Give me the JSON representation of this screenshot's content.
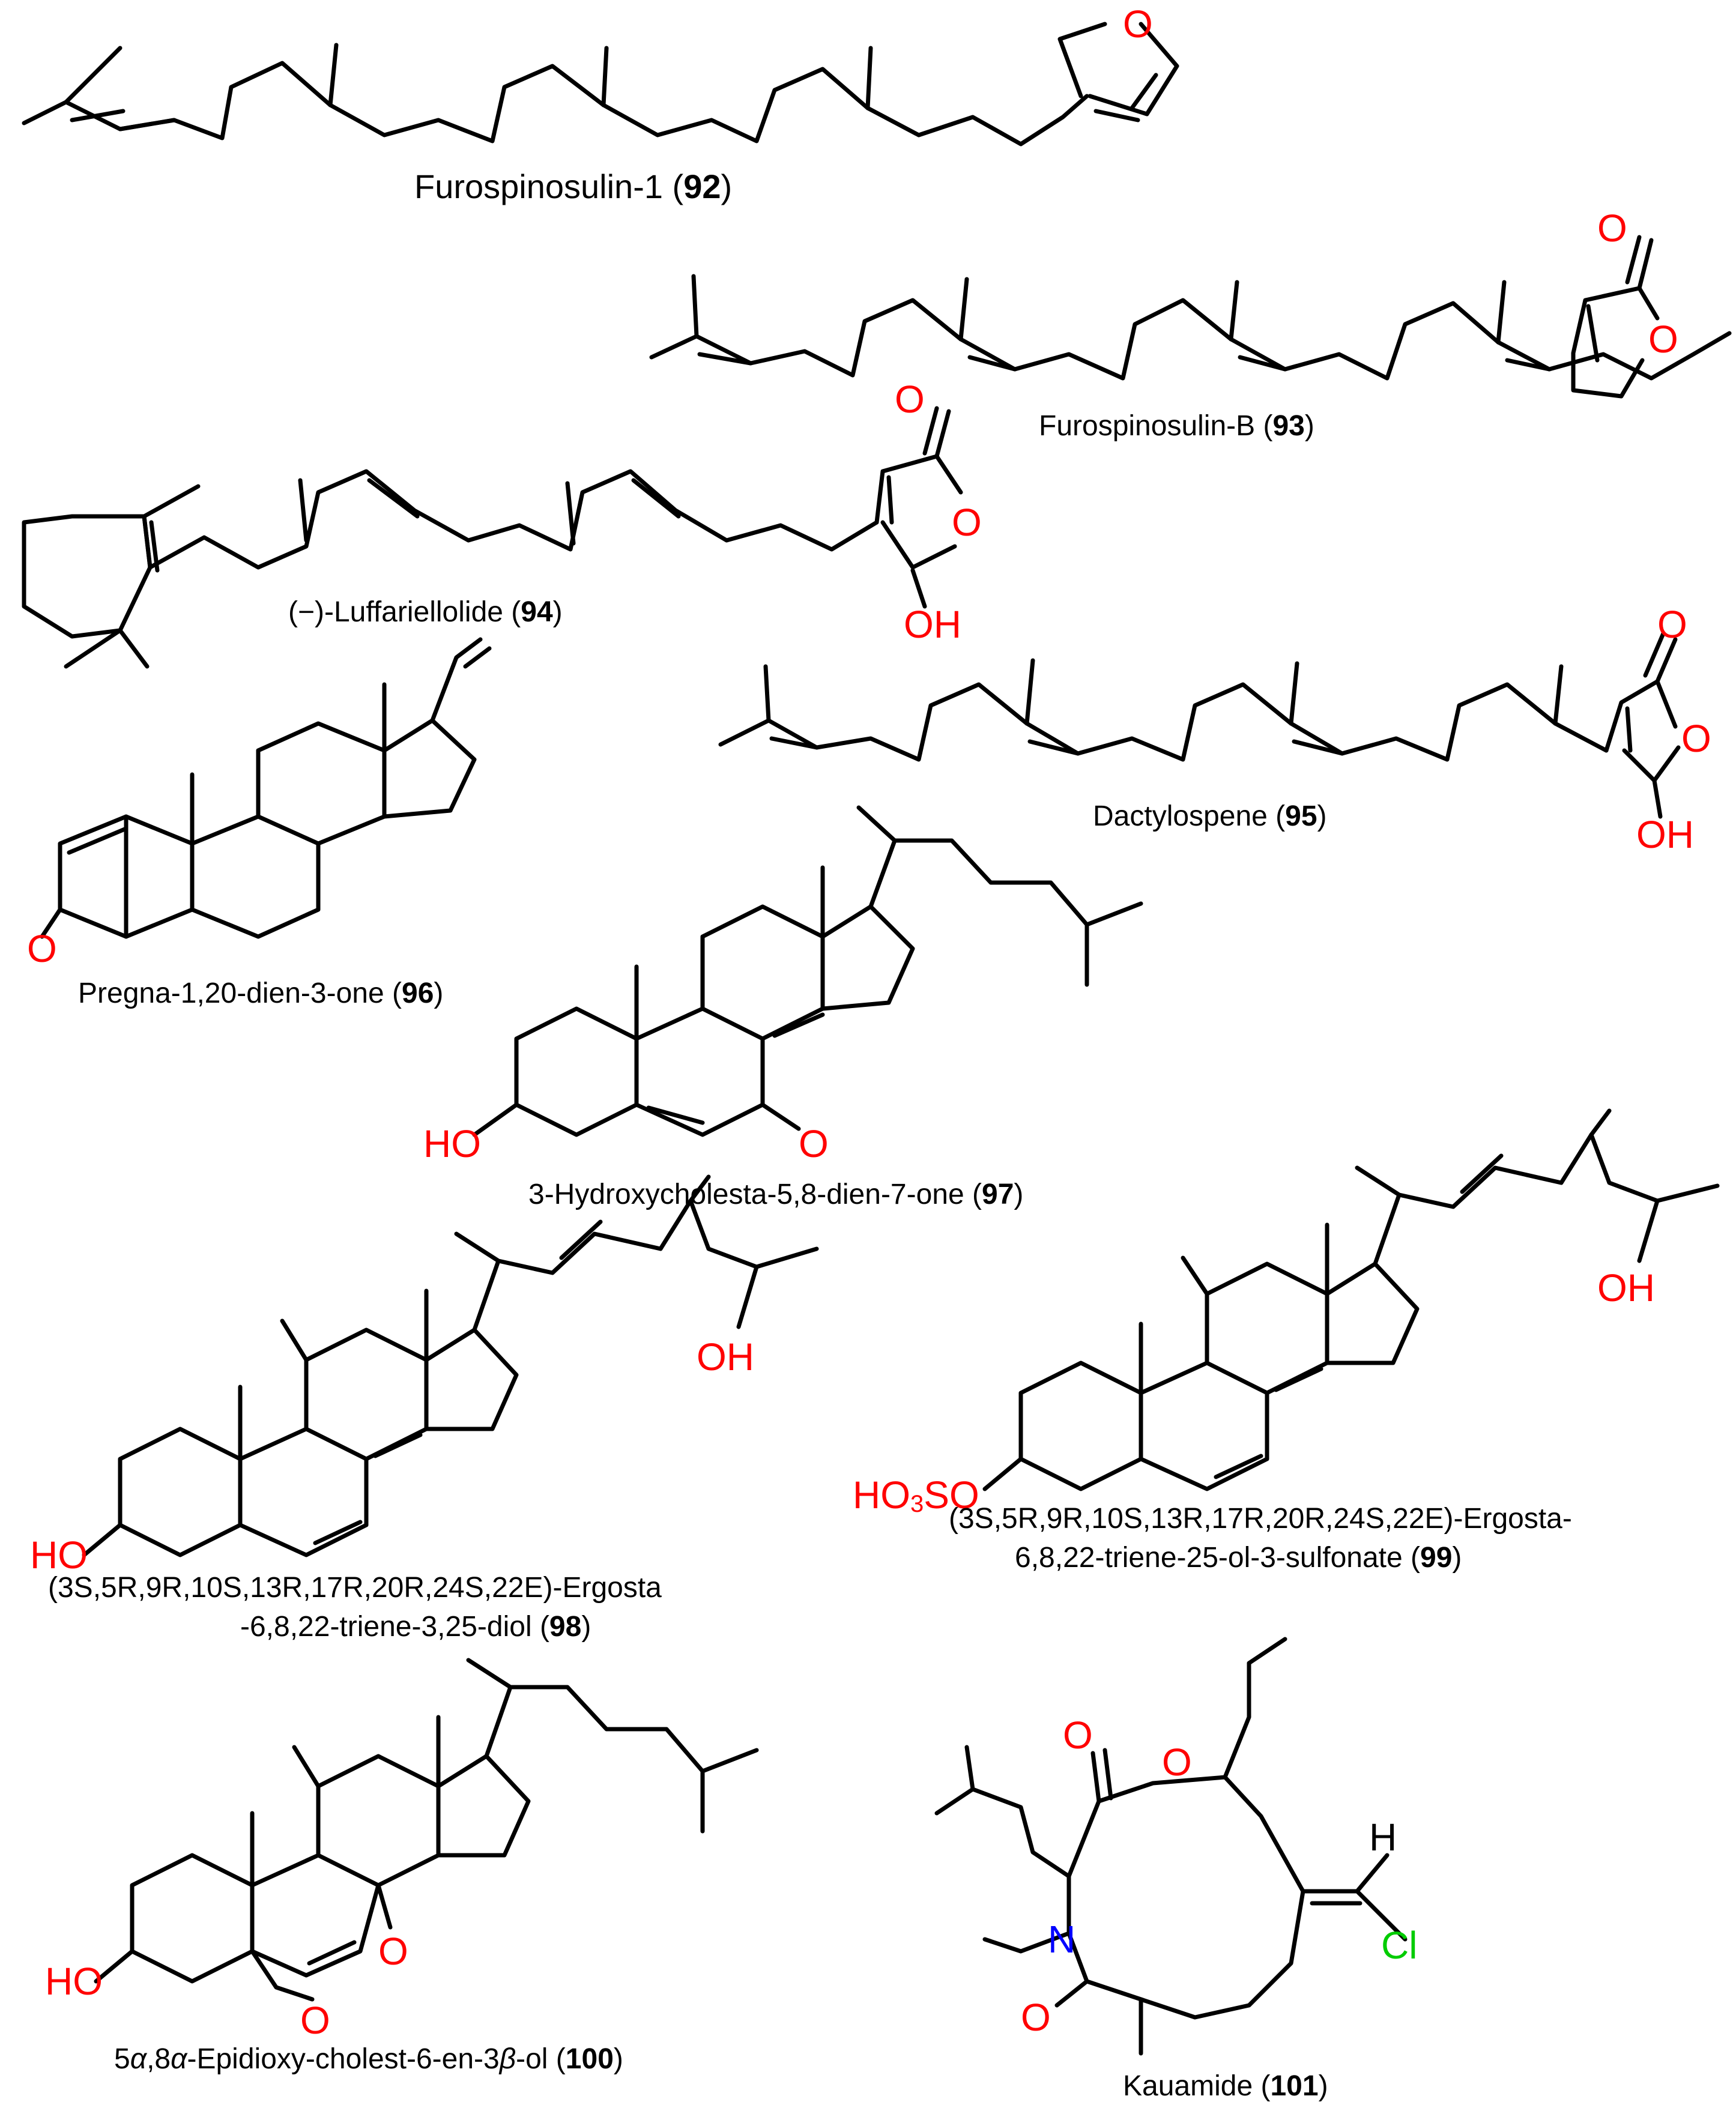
{
  "compounds": [
    {
      "id": "92",
      "name": "Furospinosulin-1 (",
      "num": "92",
      "close": ")"
    },
    {
      "id": "93",
      "name": "Furospinosulin-B (",
      "num": "93",
      "close": ")"
    },
    {
      "id": "94",
      "name": "(−)-Luffariellolide (",
      "num": "94",
      "close": ")"
    },
    {
      "id": "95",
      "name": "Dactylospene (",
      "num": "95",
      "close": ")"
    },
    {
      "id": "96",
      "name": "Pregna-1,20-dien-3-one (",
      "num": "96",
      "close": ")"
    },
    {
      "id": "97",
      "name": "3-Hydroxycholesta-5,8-dien-7-one (",
      "num": "97",
      "close": ")"
    },
    {
      "id": "98",
      "line1": "(3S,5R,9R,10S,13R,17R,20R,24S,22E)-Ergosta",
      "line2": "-6,8,22-triene-3,25-diol (",
      "num": "98",
      "close": ")"
    },
    {
      "id": "99",
      "line1": "(3S,5R,9R,10S,13R,17R,20R,24S,22E)-Ergosta-",
      "line2": "6,8,22-triene-25-ol-3-sulfonate (",
      "num": "99",
      "close": ")"
    },
    {
      "id": "100",
      "pre": "5",
      "a1": "α",
      "mid": ",8",
      "a2": "α",
      "mid2": "-Epidioxy-cholest-6-en-3",
      "b": "β",
      "post": "-ol (",
      "num": "100",
      "close": ")"
    },
    {
      "id": "101",
      "name": "Kauamide (",
      "num": "101",
      "close": ")"
    }
  ],
  "atoms": {
    "O": "O",
    "OH": "OH",
    "HO": "HO",
    "H": "H",
    "N": "N",
    "Cl": "Cl",
    "HO3SO_a": "HO",
    "HO3SO_b": "3",
    "HO3SO_c": "SO"
  },
  "colors": {
    "oxygen": "#ff0000",
    "nitrogen": "#0000ff",
    "chlorine": "#00cc00",
    "bond": "#000000"
  }
}
